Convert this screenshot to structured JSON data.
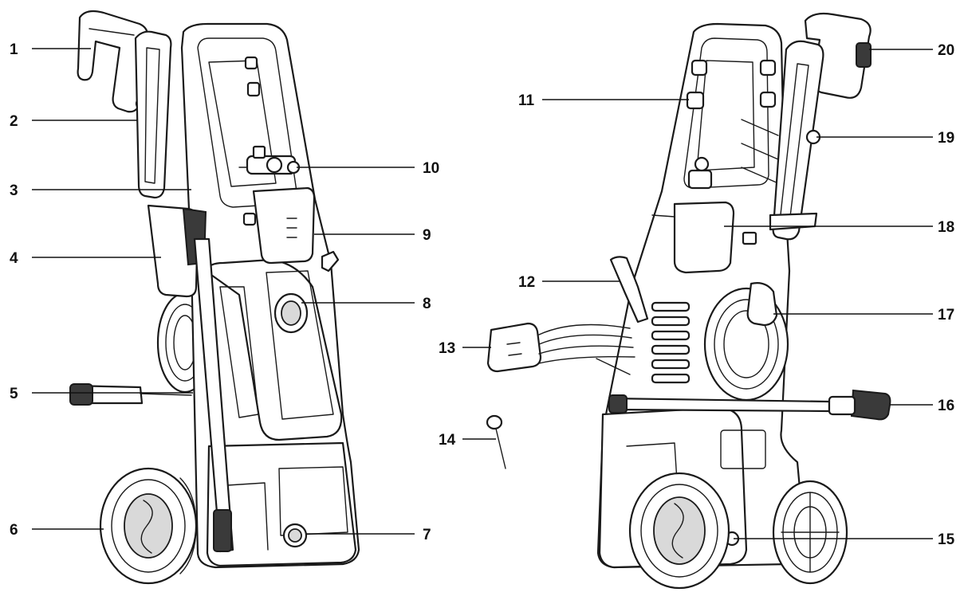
{
  "callouts": {
    "c1": "1",
    "c2": "2",
    "c3": "3",
    "c4": "4",
    "c5": "5",
    "c6": "6",
    "c7": "7",
    "c8": "8",
    "c9": "9",
    "c10": "10",
    "c11": "11",
    "c12": "12",
    "c13": "13",
    "c14": "14",
    "c15": "15",
    "c16": "16",
    "c17": "17",
    "c18": "18",
    "c19": "19",
    "c20": "20"
  },
  "colors": {
    "line": "#1a1a1a",
    "fill": "#ffffff",
    "dark": "#3a3a3a",
    "grey": "#d9d9d9"
  }
}
